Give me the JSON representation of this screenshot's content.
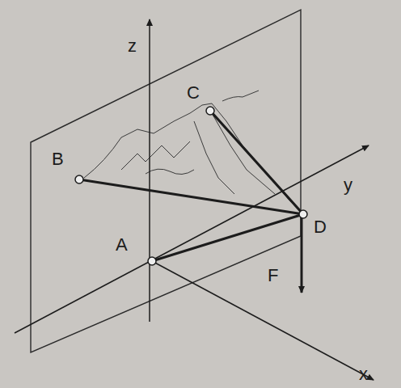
{
  "diagram": {
    "labels": [
      "z",
      "C",
      "B",
      "y",
      "A",
      "D",
      "F",
      "x"
    ]
  }
}
